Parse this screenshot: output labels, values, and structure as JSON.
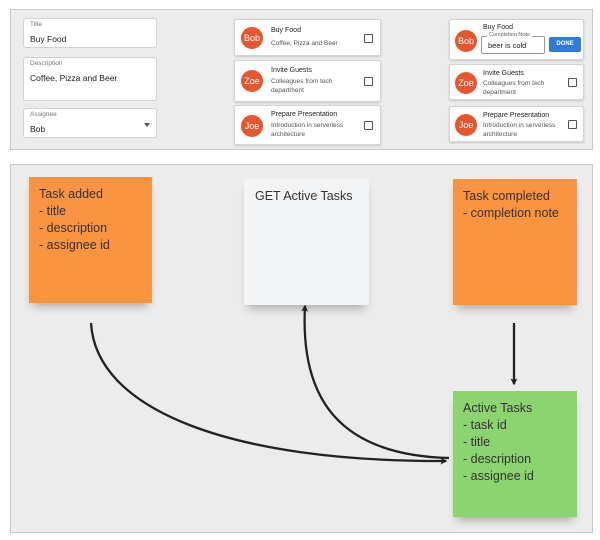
{
  "form": {
    "title": {
      "label": "Title",
      "value": "Buy Food"
    },
    "description": {
      "label": "Description",
      "value": "Coffee, Pizza and Beer"
    },
    "assignee": {
      "label": "Assignee",
      "value": "Bob"
    }
  },
  "task_list": [
    {
      "avatar": "Bob",
      "title": "Buy Food",
      "description": "Coffee, Pizza and Beer"
    },
    {
      "avatar": "Zoe",
      "title": "Invite Guests",
      "description_lines": [
        "Colleagues from tech",
        "department"
      ]
    },
    {
      "avatar": "Joe",
      "title": "Prepare Presentation",
      "description_lines": [
        "Introduction in serverless",
        "architecture"
      ]
    }
  ],
  "completing_list": [
    {
      "avatar": "Bob",
      "title": "Buy Food",
      "note_label": "Completion Note",
      "note_value": "beer is cold",
      "done_label": "DONE"
    },
    {
      "avatar": "Zoe",
      "title": "Invite Guests",
      "description_lines": [
        "Colleagues from tech",
        "department"
      ]
    },
    {
      "avatar": "Joe",
      "title": "Prepare Presentation",
      "description_lines": [
        "Introduction in serverless",
        "architecture"
      ]
    }
  ],
  "diagram": {
    "task_added": [
      "Task added",
      "- title",
      "- description",
      "- assignee id"
    ],
    "get_active_tasks": [
      "GET Active Tasks"
    ],
    "task_completed": [
      "Task completed",
      "- completion note"
    ],
    "active_tasks": [
      "Active Tasks",
      "- task id",
      "- title",
      "- description",
      "- assignee id"
    ]
  },
  "colors": {
    "panel_bg": "#ececec",
    "avatar": "#e8562f",
    "done_button": "#2f7bd9",
    "orange_note": "#fb9440",
    "green_note": "#8cd46f",
    "white_note": "#f3f4f5",
    "arrow": "#222222"
  }
}
